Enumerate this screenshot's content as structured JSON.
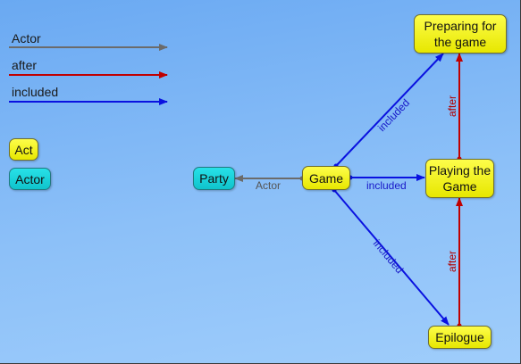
{
  "legend": {
    "edges": [
      {
        "label": "Actor",
        "color": "#6b6b6b"
      },
      {
        "label": "after",
        "color": "#c00000"
      },
      {
        "label": "included",
        "color": "#0a12e0"
      }
    ],
    "nodes": [
      {
        "label": "Act",
        "kind": "act"
      },
      {
        "label": "Actor",
        "kind": "actor"
      }
    ]
  },
  "nodes": {
    "party": "Party",
    "game": "Game",
    "preparing": "Preparing for the game",
    "playing": "Playing the Game",
    "epilogue": "Epilogue"
  },
  "edges": {
    "game_party": "Actor",
    "game_preparing": "included",
    "game_playing": "included",
    "game_epilogue": "included",
    "playing_preparing": "after",
    "epilogue_playing": "after"
  },
  "colors": {
    "actor_edge": "#6b6b6b",
    "after_edge": "#c00000",
    "included_edge": "#0a12e0",
    "act_fill": "#f5f50a",
    "actor_fill": "#16d0d8"
  }
}
